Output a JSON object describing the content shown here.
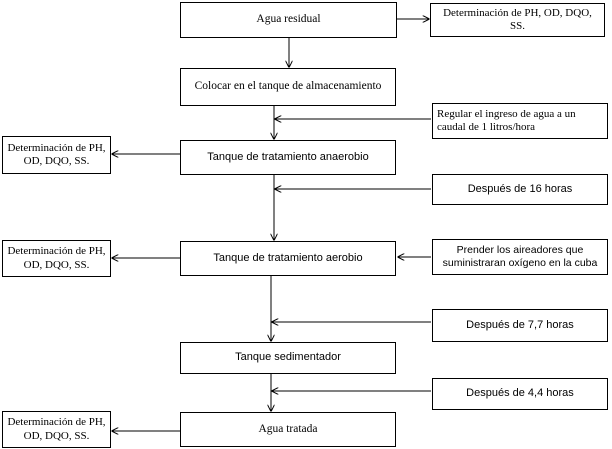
{
  "main_flow": {
    "agua_residual": "Agua residual",
    "colocar_tanque": "Colocar en el tanque de almacenamiento",
    "tanque_anaerobio": "Tanque de tratamiento anaerobio",
    "tanque_aerobio": "Tanque de tratamiento aerobio",
    "tanque_sedimentador": "Tanque sedimentador",
    "agua_tratada": "Agua tratada"
  },
  "measurements": {
    "top": "Determinación de PH, OD, DQO, SS.",
    "anaerobio": "Determinación de PH, OD, DQO, SS.",
    "aerobio": "Determinación de PH, OD, DQO, SS.",
    "tratada": "Determinación de PH, OD, DQO, SS."
  },
  "side_notes": {
    "regular_ingreso": "Regular el ingreso de agua a un caudal de 1  litros/hora",
    "despues_16": "Después de 16 horas",
    "aireadores": "Prender los aireadores que suministraran oxígeno en la cuba",
    "despues_7_7": "Después de 7,7 horas",
    "despues_4_4": "Después de 4,4 horas"
  }
}
